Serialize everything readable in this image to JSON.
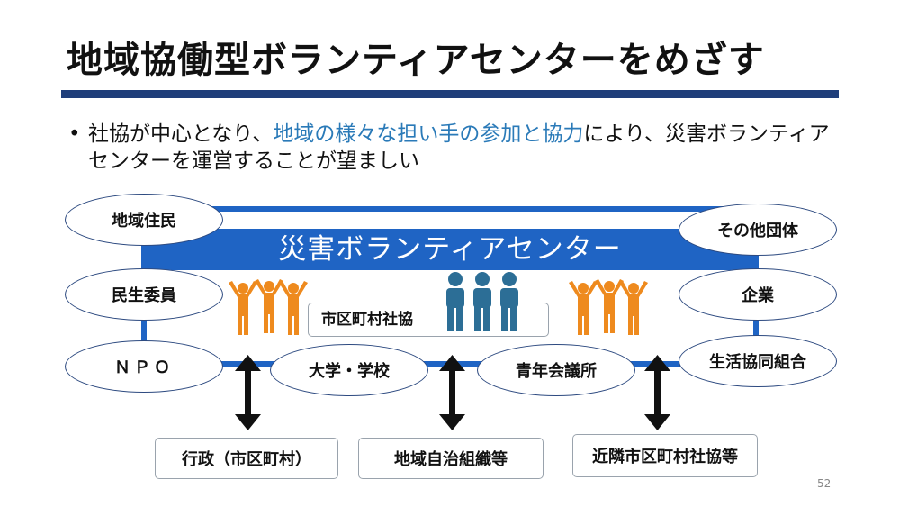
{
  "slide": {
    "title": "地域協働型ボランティアセンターをめざす",
    "bullet_pre": "社協が中心となり、",
    "bullet_highlight": "地域の様々な担い手の参加と協力",
    "bullet_post": "により、災害ボランティアセンターを運営することが望ましい",
    "page_number": "52"
  },
  "diagram": {
    "center_label": "災害ボランティアセンター",
    "hub_label": "市区町村社協",
    "ovals": {
      "chiiki_jumin": "地域住民",
      "minsei_iin": "民生委員",
      "npo": "ＮＰＯ",
      "daigaku": "大学・学校",
      "seinen": "青年会議所",
      "sonota": "その他団体",
      "kigyo": "企業",
      "seikyo": "生活協同組合"
    },
    "boxes": {
      "gyosei": "行政（市区町村）",
      "jichi": "地域自治組織等",
      "kinrin": "近隣市区町村社協等"
    }
  },
  "colors": {
    "frame": "#1f64c4",
    "title_rule": "#1f3e7a",
    "highlight_text": "#2a7ab8",
    "people_orange": "#ee8a1e",
    "people_blue": "#2c6e96",
    "arrow": "#111111"
  }
}
